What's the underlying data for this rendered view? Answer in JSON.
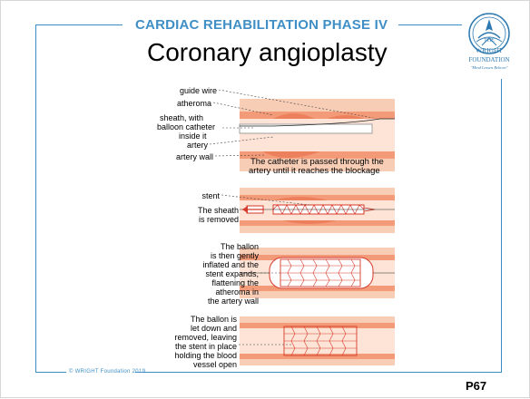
{
  "header": {
    "subtitle": "CARDIAC REHABILITATION PHASE IV",
    "title": "Coronary angioplasty"
  },
  "logo": {
    "line1": "THE",
    "line2": "WRIGHT",
    "line3": "FOUNDATION",
    "tagline": "\"Mind Lessen Reborn\""
  },
  "panel1": {
    "labels": {
      "guide_wire": "guide wire",
      "atheroma": "atheroma",
      "sheath_l1": "sheath, with",
      "sheath_l2": "balloon catheter",
      "sheath_l3": "inside it",
      "artery": "artery",
      "artery_wall": "artery wall"
    },
    "caption_l1": "The catheter is passed through the",
    "caption_l2": "artery until it reaches the blockage"
  },
  "panel2": {
    "stent": "stent",
    "sheath_l1": "The sheath",
    "sheath_l2": "is removed"
  },
  "panel3": {
    "l1": "The ballon",
    "l2": "is then gently",
    "l3": "inflated and the",
    "l4": "stent expands,",
    "l5": "flattening the",
    "l6": "atheroma in",
    "l7": "the artery wall"
  },
  "panel4": {
    "l1": "The ballon is",
    "l2": "let down and",
    "l3": "removed, leaving",
    "l4": "the stent in place",
    "l5": "holding the blood",
    "l6": "vessel open"
  },
  "footer": {
    "copyright": "© WRIGHT Foundation 2019",
    "page": "P67"
  },
  "colors": {
    "accent": "#3a8cc4",
    "vessel_light": "#f6c6ad",
    "vessel_dark": "#ec7f5c",
    "stent_red": "#d63a2a"
  }
}
